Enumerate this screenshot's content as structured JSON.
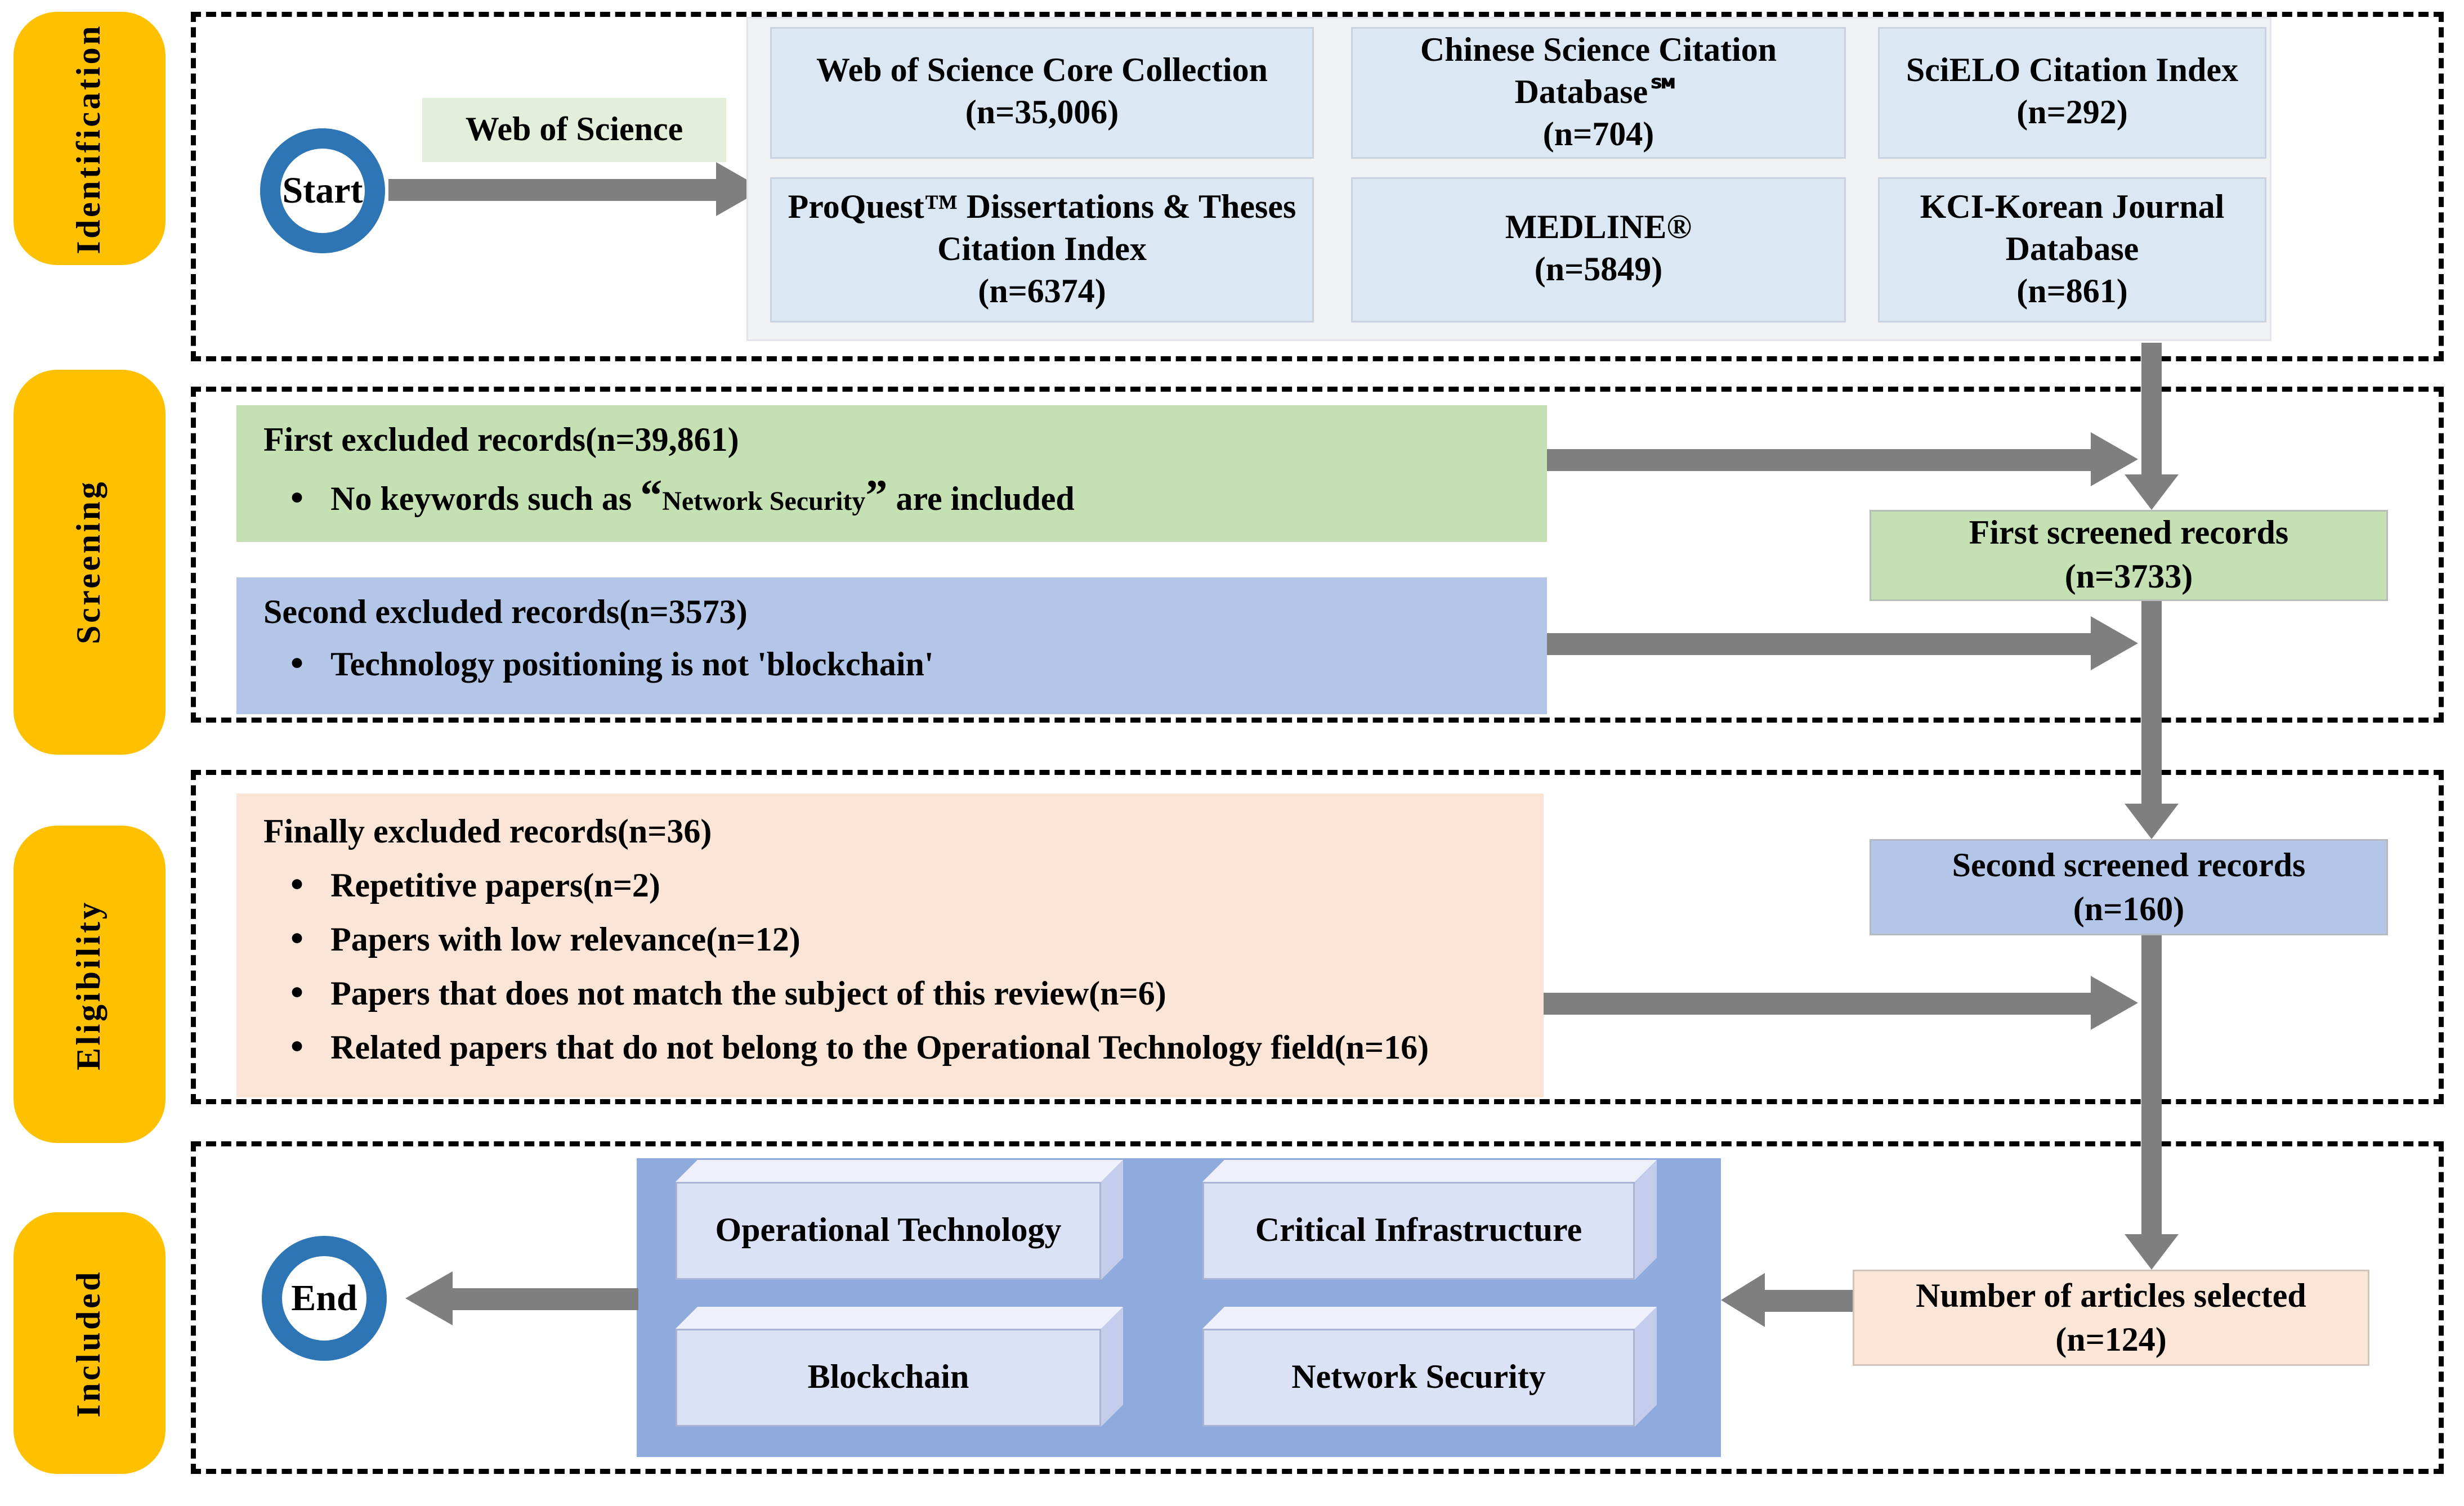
{
  "stages": [
    "Identification",
    "Screening",
    "Eligibility",
    "Included"
  ],
  "identification": {
    "start_label": "Start",
    "source_label": "Web of Science",
    "databases": [
      {
        "name": "Web of Science Core Collection",
        "count": "(n=35,006)"
      },
      {
        "name": "Chinese Science Citation Database℠",
        "count": "(n=704)"
      },
      {
        "name": "SciELO Citation Index",
        "count": "(n=292)"
      },
      {
        "name": "ProQuest™ Dissertations & Theses Citation Index",
        "count": "(n=6374)"
      },
      {
        "name": "MEDLINE®",
        "count": "(n=5849)"
      },
      {
        "name": "KCI-Korean Journal Database",
        "count": "(n=861)"
      }
    ]
  },
  "screening": {
    "first_excluded": {
      "title": "First excluded records(n=39,861)",
      "bullet_prefix": "No keywords such as ",
      "quote_open": "“",
      "quoted": "Network Security",
      "quote_close": "”",
      "bullet_suffix": " are included"
    },
    "second_excluded": {
      "title": "Second excluded records(n=3573)",
      "bullet": "Technology positioning is not 'blockchain'"
    },
    "first_screened": {
      "line1": "First screened records",
      "line2": "(n=3733)"
    }
  },
  "eligibility": {
    "finally_excluded": {
      "title": "Finally excluded records(n=36)",
      "bullets": [
        "Repetitive papers(n=2)",
        "Papers with low relevance(n=12)",
        "Papers that does not match the subject of this review(n=6)",
        "Related papers that do not belong to the Operational Technology field(n=16)"
      ]
    },
    "second_screened": {
      "line1": "Second screened records",
      "line2": "(n=160)"
    }
  },
  "included": {
    "end_label": "End",
    "keywords": [
      "Operational Technology",
      "Critical Infrastructure",
      "Blockchain",
      "Network Security"
    ],
    "selected": {
      "line1": "Number of articles selected",
      "line2": "(n=124)"
    }
  },
  "colors": {
    "stage_label": "#FFC000",
    "database_box": "#DBE7F3",
    "database_panel": "#F0F1F3",
    "green_box": "#C5E0B3",
    "blue_box": "#B4C6E7",
    "peach_box": "#FBE5D6",
    "keyword_container": "#8FAADC",
    "cube_front": "#DCE2F5",
    "cube_top": "#EEF1FB",
    "cube_side": "#C3CDEB",
    "terminal_ring": "#2E75B6",
    "arrow": "#7F7F7F",
    "source_label_bg": "#E3EFDA"
  }
}
